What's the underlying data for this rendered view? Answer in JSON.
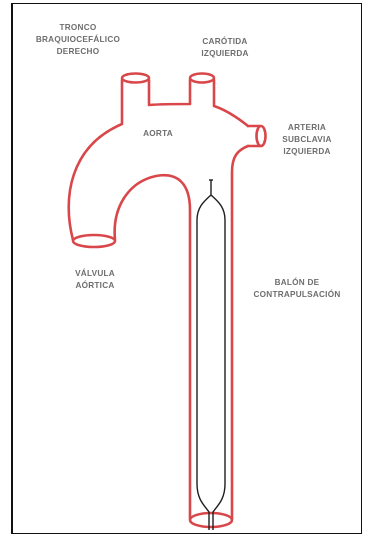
{
  "labels": {
    "tronco_line1": "TRONCO",
    "tronco_line2": "BRAQUIOCEFÁLICO",
    "tronco_line3": "DERECHO",
    "carotida_line1": "CARÓTIDA",
    "carotida_line2": "IZQUIERDA",
    "arteria_line1": "ARTERIA",
    "arteria_line2": "SUBCLAVIA",
    "arteria_line3": "IZQUIERDA",
    "aorta": "AORTA",
    "valvula_line1": "VÁLVULA",
    "valvula_line2": "AÓRTICA",
    "balon_line1": "BALÓN DE",
    "balon_line2": "CONTRAPULSACIÓN"
  },
  "colors": {
    "vessel": "#d9474b",
    "balloon": "#1e1e1e",
    "label": "#6e6e6e"
  }
}
